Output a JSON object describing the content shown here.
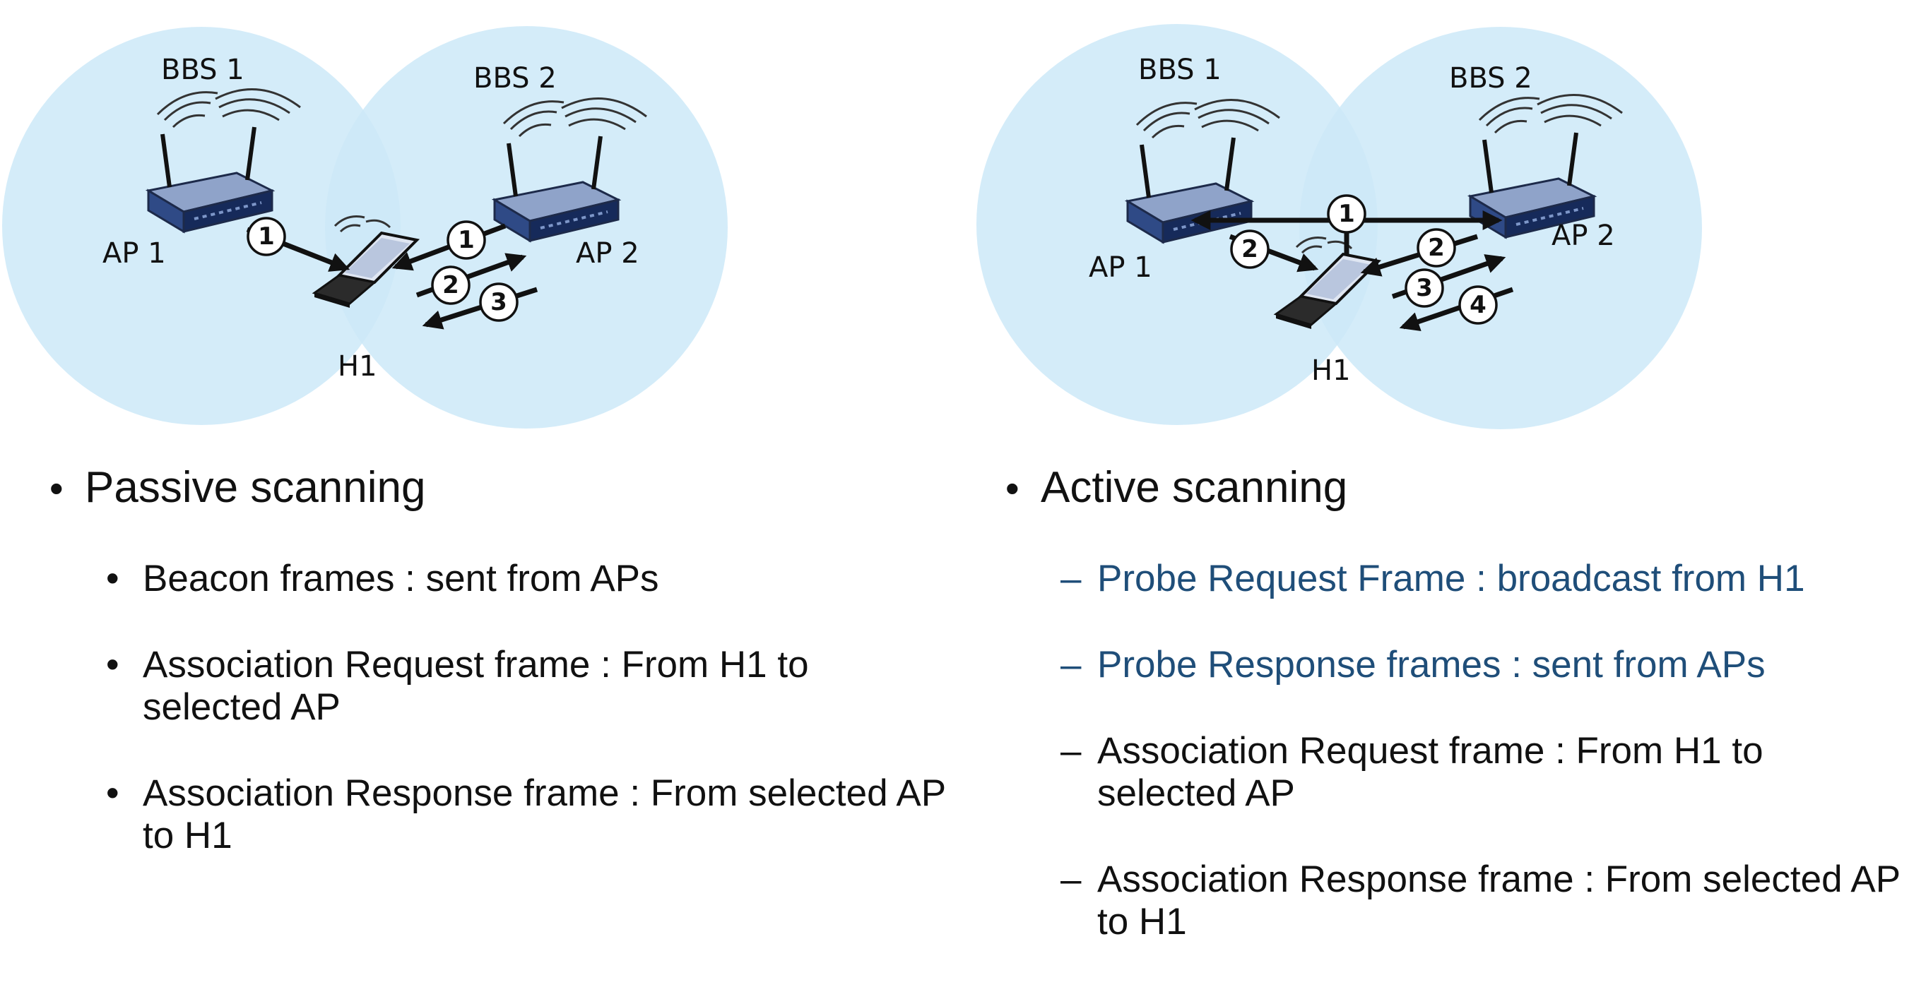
{
  "colors": {
    "bubble": "#cde9f8",
    "highlight_text": "#1f4e79",
    "text": "#111111"
  },
  "passive": {
    "diagram": {
      "bss1_label": "BBS 1",
      "bss2_label": "BBS 2",
      "ap1_label": "AP 1",
      "ap2_label": "AP 2",
      "host_label": "H1",
      "steps": [
        "1",
        "1",
        "2",
        "3"
      ]
    },
    "heading": "Passive scanning",
    "bullet": "•",
    "items": [
      {
        "text": "Beacon frames : sent from APs",
        "highlight": false
      },
      {
        "text": "Association Request frame : From H1 to selected AP",
        "highlight": false
      },
      {
        "text": "Association Response frame : From selected AP to H1",
        "highlight": false
      }
    ]
  },
  "active": {
    "diagram": {
      "bss1_label": "BBS 1",
      "bss2_label": "BBS 2",
      "ap1_label": "AP 1",
      "ap2_label": "AP 2",
      "host_label": "H1",
      "steps": [
        "1",
        "2",
        "2",
        "3",
        "4"
      ]
    },
    "heading": "Active scanning",
    "bullet": "•",
    "item_marker": "–",
    "items": [
      {
        "text": "Probe Request Frame : broadcast from H1",
        "highlight": true
      },
      {
        "text": "Probe Response frames : sent from APs",
        "highlight": true
      },
      {
        "text": "Association Request frame : From H1 to selected AP",
        "highlight": false
      },
      {
        "text": "Association Response frame : From selected AP to H1",
        "highlight": false
      }
    ]
  }
}
